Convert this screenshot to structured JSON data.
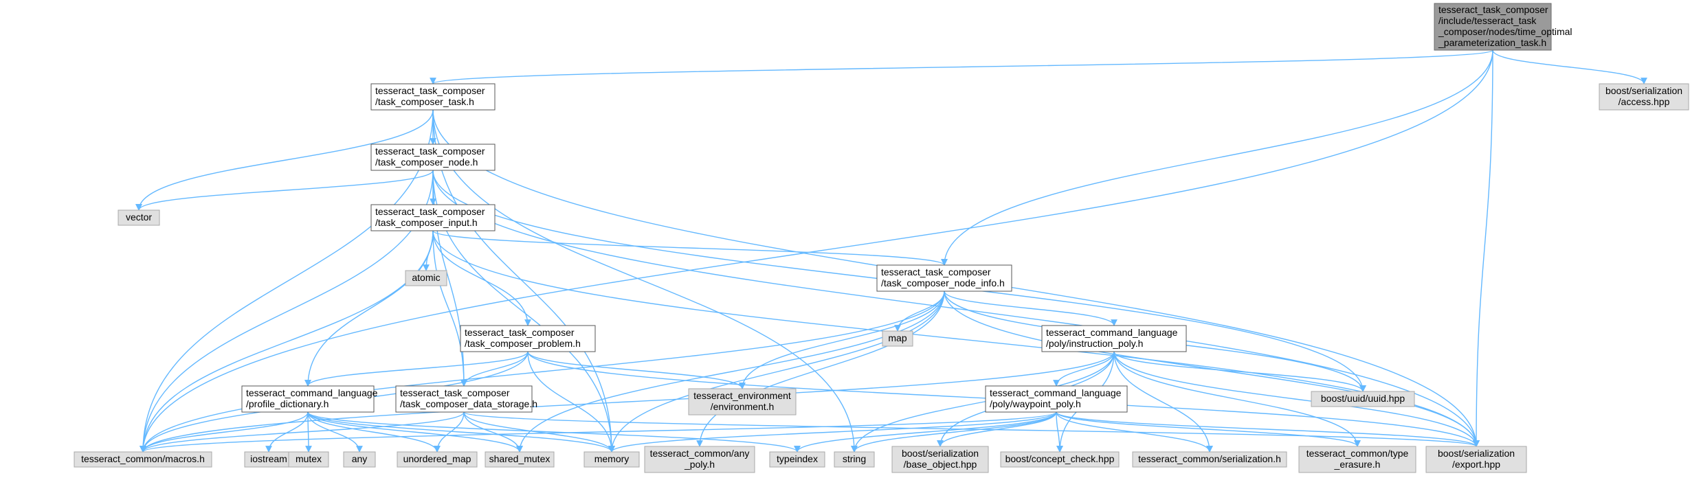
{
  "graph": {
    "nodes": [
      {
        "id": "root",
        "kind": "root",
        "lines": [
          "tesseract_task_composer",
          "/include/tesseract_task",
          "_composer/nodes/time_optimal",
          "_parameterization_task.h"
        ]
      },
      {
        "id": "task",
        "kind": "doc",
        "lines": [
          "tesseract_task_composer",
          "/task_composer_task.h"
        ]
      },
      {
        "id": "node",
        "kind": "doc",
        "lines": [
          "tesseract_task_composer",
          "/task_composer_node.h"
        ]
      },
      {
        "id": "input",
        "kind": "doc",
        "lines": [
          "tesseract_task_composer",
          "/task_composer_input.h"
        ]
      },
      {
        "id": "nodeinfo",
        "kind": "doc",
        "lines": [
          "tesseract_task_composer",
          "/task_composer_node_info.h"
        ]
      },
      {
        "id": "problem",
        "kind": "doc",
        "lines": [
          "tesseract_task_composer",
          "/task_composer_problem.h"
        ]
      },
      {
        "id": "profile",
        "kind": "doc",
        "lines": [
          "tesseract_command_language",
          "/profile_dictionary.h"
        ]
      },
      {
        "id": "datastorage",
        "kind": "doc",
        "lines": [
          "tesseract_task_composer",
          "/task_composer_data_storage.h"
        ]
      },
      {
        "id": "instruction",
        "kind": "doc",
        "lines": [
          "tesseract_command_language",
          "/poly/instruction_poly.h"
        ]
      },
      {
        "id": "waypoint",
        "kind": "doc",
        "lines": [
          "tesseract_command_language",
          "/poly/waypoint_poly.h"
        ]
      },
      {
        "id": "access",
        "kind": "ext",
        "lines": [
          "boost/serialization",
          "/access.hpp"
        ]
      },
      {
        "id": "vector",
        "kind": "ext",
        "lines": [
          "vector"
        ]
      },
      {
        "id": "atomic",
        "kind": "ext",
        "lines": [
          "atomic"
        ]
      },
      {
        "id": "map",
        "kind": "ext",
        "lines": [
          "map"
        ]
      },
      {
        "id": "environment",
        "kind": "ext",
        "lines": [
          "tesseract_environment",
          "/environment.h"
        ]
      },
      {
        "id": "uuid",
        "kind": "ext",
        "lines": [
          "boost/uuid/uuid.hpp"
        ]
      },
      {
        "id": "macros",
        "kind": "ext",
        "lines": [
          "tesseract_common/macros.h"
        ]
      },
      {
        "id": "iostream",
        "kind": "ext",
        "lines": [
          "iostream"
        ]
      },
      {
        "id": "mutex",
        "kind": "ext",
        "lines": [
          "mutex"
        ]
      },
      {
        "id": "any",
        "kind": "ext",
        "lines": [
          "any"
        ]
      },
      {
        "id": "unordered_map",
        "kind": "ext",
        "lines": [
          "unordered_map"
        ]
      },
      {
        "id": "shared_mutex",
        "kind": "ext",
        "lines": [
          "shared_mutex"
        ]
      },
      {
        "id": "memory",
        "kind": "ext",
        "lines": [
          "memory"
        ]
      },
      {
        "id": "anypoly",
        "kind": "ext",
        "lines": [
          "tesseract_common/any",
          "_poly.h"
        ]
      },
      {
        "id": "typeindex",
        "kind": "ext",
        "lines": [
          "typeindex"
        ]
      },
      {
        "id": "string",
        "kind": "ext",
        "lines": [
          "string"
        ]
      },
      {
        "id": "baseobject",
        "kind": "ext",
        "lines": [
          "boost/serialization",
          "/base_object.hpp"
        ]
      },
      {
        "id": "conceptcheck",
        "kind": "ext",
        "lines": [
          "boost/concept_check.hpp"
        ]
      },
      {
        "id": "serialization",
        "kind": "ext",
        "lines": [
          "tesseract_common/serialization.h"
        ]
      },
      {
        "id": "typeerasure",
        "kind": "ext",
        "lines": [
          "tesseract_common/type",
          "_erasure.h"
        ]
      },
      {
        "id": "export",
        "kind": "ext",
        "lines": [
          "boost/serialization",
          "/export.hpp"
        ]
      }
    ],
    "edges": [
      [
        "root",
        "task"
      ],
      [
        "root",
        "nodeinfo"
      ],
      [
        "root",
        "macros"
      ],
      [
        "root",
        "access"
      ],
      [
        "root",
        "export"
      ],
      [
        "task",
        "node"
      ],
      [
        "task",
        "vector"
      ],
      [
        "task",
        "macros"
      ],
      [
        "task",
        "memory"
      ],
      [
        "task",
        "string"
      ],
      [
        "task",
        "export"
      ],
      [
        "node",
        "input"
      ],
      [
        "node",
        "vector"
      ],
      [
        "node",
        "macros"
      ],
      [
        "node",
        "datastorage"
      ],
      [
        "node",
        "memory"
      ],
      [
        "node",
        "uuid"
      ],
      [
        "node",
        "export"
      ],
      [
        "input",
        "nodeinfo"
      ],
      [
        "input",
        "atomic"
      ],
      [
        "input",
        "problem"
      ],
      [
        "input",
        "profile"
      ],
      [
        "input",
        "datastorage"
      ],
      [
        "input",
        "macros"
      ],
      [
        "input",
        "export"
      ],
      [
        "nodeinfo",
        "map"
      ],
      [
        "nodeinfo",
        "instruction"
      ],
      [
        "nodeinfo",
        "environment"
      ],
      [
        "nodeinfo",
        "uuid"
      ],
      [
        "nodeinfo",
        "macros"
      ],
      [
        "nodeinfo",
        "shared_mutex"
      ],
      [
        "nodeinfo",
        "memory"
      ],
      [
        "nodeinfo",
        "anypoly"
      ],
      [
        "nodeinfo",
        "export"
      ],
      [
        "problem",
        "profile"
      ],
      [
        "problem",
        "datastorage"
      ],
      [
        "problem",
        "environment"
      ],
      [
        "problem",
        "macros"
      ],
      [
        "problem",
        "memory"
      ],
      [
        "problem",
        "export"
      ],
      [
        "profile",
        "macros"
      ],
      [
        "profile",
        "iostream"
      ],
      [
        "profile",
        "mutex"
      ],
      [
        "profile",
        "any"
      ],
      [
        "profile",
        "unordered_map"
      ],
      [
        "profile",
        "shared_mutex"
      ],
      [
        "profile",
        "memory"
      ],
      [
        "profile",
        "typeindex"
      ],
      [
        "datastorage",
        "macros"
      ],
      [
        "datastorage",
        "unordered_map"
      ],
      [
        "datastorage",
        "shared_mutex"
      ],
      [
        "datastorage",
        "memory"
      ],
      [
        "datastorage",
        "export"
      ],
      [
        "instruction",
        "waypoint"
      ],
      [
        "instruction",
        "macros"
      ],
      [
        "instruction",
        "uuid"
      ],
      [
        "instruction",
        "string"
      ],
      [
        "instruction",
        "baseobject"
      ],
      [
        "instruction",
        "conceptcheck"
      ],
      [
        "instruction",
        "serialization"
      ],
      [
        "instruction",
        "typeerasure"
      ],
      [
        "instruction",
        "export"
      ],
      [
        "waypoint",
        "macros"
      ],
      [
        "waypoint",
        "memory"
      ],
      [
        "waypoint",
        "typeindex"
      ],
      [
        "waypoint",
        "string"
      ],
      [
        "waypoint",
        "baseobject"
      ],
      [
        "waypoint",
        "conceptcheck"
      ],
      [
        "waypoint",
        "serialization"
      ],
      [
        "waypoint",
        "typeerasure"
      ],
      [
        "waypoint",
        "export"
      ]
    ]
  }
}
